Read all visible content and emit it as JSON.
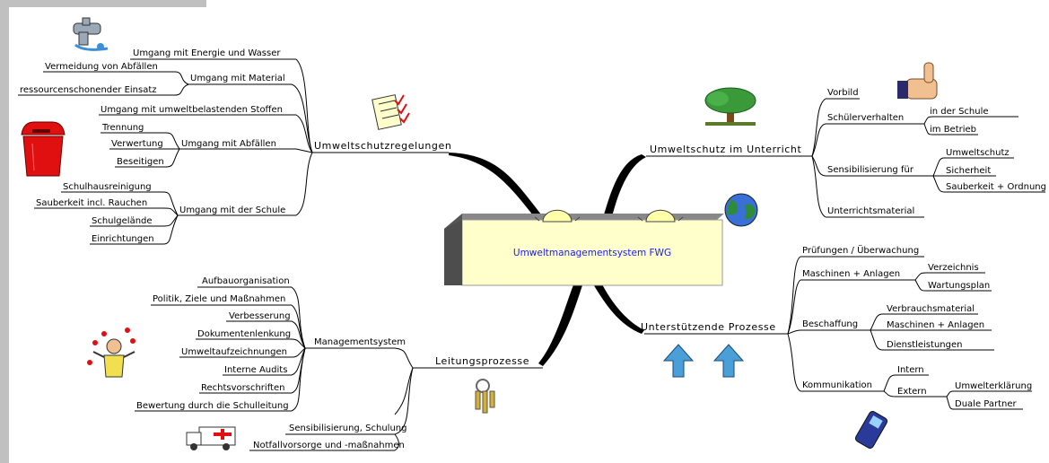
{
  "center": {
    "title": "Umweltmanagementsystem FWG",
    "fill": "#ffffcc",
    "text_color": "#1a1aff"
  },
  "branches": {
    "regelungen": {
      "label": "Umweltschutzregelungen",
      "items": {
        "energie": "Umgang mit Energie und Wasser",
        "material": "Umgang mit Material",
        "vermeidung": "Vermeidung von Abfällen",
        "ressourcen": "ressourcenschonender Einsatz",
        "stoffe": "Umgang mit umweltbelastenden Stoffen",
        "abfaelle": "Umgang mit Abfällen",
        "trennung": "Trennung",
        "verwertung": "Verwertung",
        "beseitigen": "Beseitigen",
        "schule": "Umgang mit der Schule",
        "reinigung": "Schulhausreinigung",
        "sauberkeit": "Sauberkeit incl. Rauchen",
        "gelaende": "Schulgelände",
        "einrichtungen": "Einrichtungen"
      }
    },
    "unterricht": {
      "label": "Umweltschutz im Unterricht",
      "items": {
        "vorbild": "Vorbild",
        "verhalten": "Schülerverhalten",
        "in_schule": "in der Schule",
        "im_betrieb": "im Betrieb",
        "sensibilisierung": "Sensibilisierung für",
        "umweltschutz": "Umweltschutz",
        "sicherheit": "Sicherheit",
        "ordnung": "Sauberkeit + Ordnung",
        "material": "Unterrichtsmaterial"
      }
    },
    "leitung": {
      "label": "Leitungsprozesse",
      "items": {
        "managementsystem": "Managementsystem",
        "aufbau": "Aufbauorganisation",
        "politik": "Politik, Ziele und Maßnahmen",
        "verbesserung": "Verbesserung",
        "dokumente": "Dokumentenlenkung",
        "aufzeichnungen": "Umweltaufzeichnungen",
        "audits": "Interne Audits",
        "recht": "Rechtsvorschriften",
        "bewertung": "Bewertung durch die Schulleitung",
        "schulung": "Sensibilisierung, Schulung",
        "notfall": "Notfallvorsorge und -maßnahmen"
      }
    },
    "prozesse": {
      "label": "Unterstützende Prozesse",
      "items": {
        "pruefungen": "Prüfungen / Überwachung",
        "maschinen": "Maschinen + Anlagen",
        "verzeichnis": "Verzeichnis",
        "wartung": "Wartungsplan",
        "beschaffung": "Beschaffung",
        "verbrauch": "Verbrauchsmaterial",
        "b_maschinen": "Maschinen + Anlagen",
        "dienst": "Dienstleistungen",
        "kommunikation": "Kommunikation",
        "intern": "Intern",
        "extern": "Extern",
        "erklaerung": "Umwelterklärung",
        "partner": "Duale Partner"
      }
    }
  },
  "icons": [
    "faucet-icon",
    "checklist-icon",
    "trash-bin-icon",
    "tree-icon",
    "thumbs-up-icon",
    "globe-icon",
    "lamp-icon",
    "juggler-icon",
    "keys-icon",
    "ambulance-icon",
    "up-arrow-icon",
    "mobile-phone-icon"
  ],
  "colors": {
    "frame": "#c0c0c0",
    "arrow": "#4a9fd8",
    "globe_land": "#2e8b3a",
    "globe_sea": "#3a6fd8",
    "bin": "#e01010"
  }
}
